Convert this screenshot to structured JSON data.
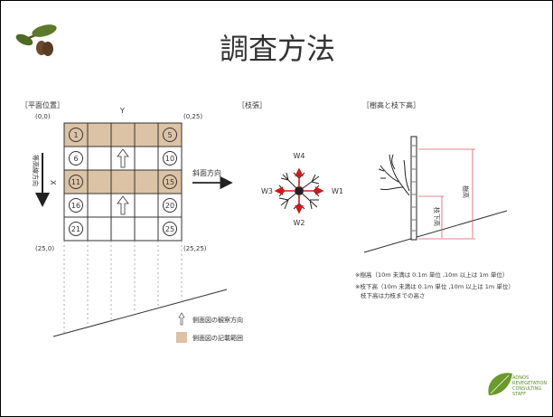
{
  "title": "調査方法",
  "plan_section": {
    "label": "［平面位置］",
    "corner_top_left": "(0,0)",
    "corner_top_right": "(0,25)",
    "corner_bottom_left": "(25,0)",
    "corner_bottom_right": "(25,25)",
    "axis_y": "Y",
    "axis_x": "X",
    "contour_label": "等高線方向",
    "slope_label": "斜面方向",
    "cells": [
      "1",
      "5",
      "6",
      "10",
      "11",
      "15",
      "16",
      "20",
      "21",
      "25"
    ]
  },
  "branch_section": {
    "label": "［枝張］",
    "directions": {
      "north": "W4",
      "east": "W1",
      "south": "W2",
      "west": "W3"
    }
  },
  "height_section": {
    "label": "［樹高と枝下高］",
    "tree_height": "樹高",
    "branch_height": "枝下高"
  },
  "legend": {
    "observation_direction": "側面図の観察方向",
    "recorded_range": "側面図の記載範囲"
  },
  "notes": [
    "※樹高（10m 未満は 0.1m 単位 ,10m 以上は 1m 単位）",
    "※枝下高（10m 未満は 0.1m 単位 ,10m 以上は 1m 単位）",
    "枝下高は力枝までの高さ"
  ],
  "logo": {
    "text_lines": [
      "ADNOS",
      "REVEGETATION",
      "CONSULTING",
      "STAFF"
    ]
  },
  "colors": {
    "shaded_cell": "#dcc3a5",
    "arrow_red": "#d11a1a",
    "guide_pink": "#e05a6a"
  }
}
